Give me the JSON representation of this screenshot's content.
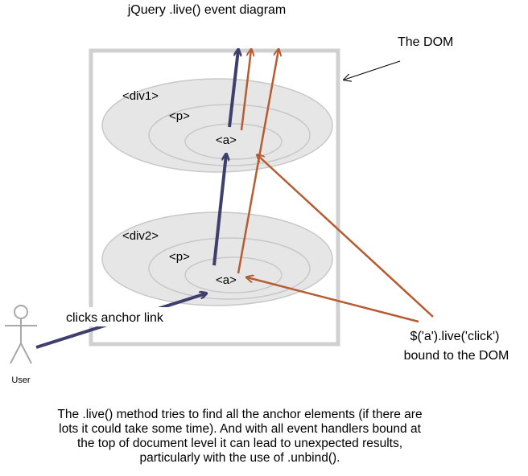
{
  "title": "jQuery .live() event diagram",
  "dom_label": "The DOM",
  "div1": {
    "div_label": "<div1>",
    "p_label": "<p>",
    "a_label": "<a>"
  },
  "div2": {
    "div_label": "<div2>",
    "p_label": "<p>",
    "a_label": "<a>"
  },
  "user_label": "User",
  "click_label": "clicks anchor link",
  "binding_label": [
    "$('a').live('click')",
    "bound to the DOM"
  ],
  "caption_lines": [
    "The .live() method tries to find all the anchor elements (if there are",
    "lots it could take some time). And with all event handlers bound at",
    "the top of document level it can lead to unexpected results,",
    "particularly with the use of .unbind()."
  ],
  "colors": {
    "dom_box": "#d0d0d0",
    "ellipse_fill": "#e6e6e6",
    "ellipse_stroke": "#c8c8c8",
    "event_arrow": "#3f3f6e",
    "handler_arrow": "#b75b30",
    "user_figure": "#a8a8a8"
  }
}
